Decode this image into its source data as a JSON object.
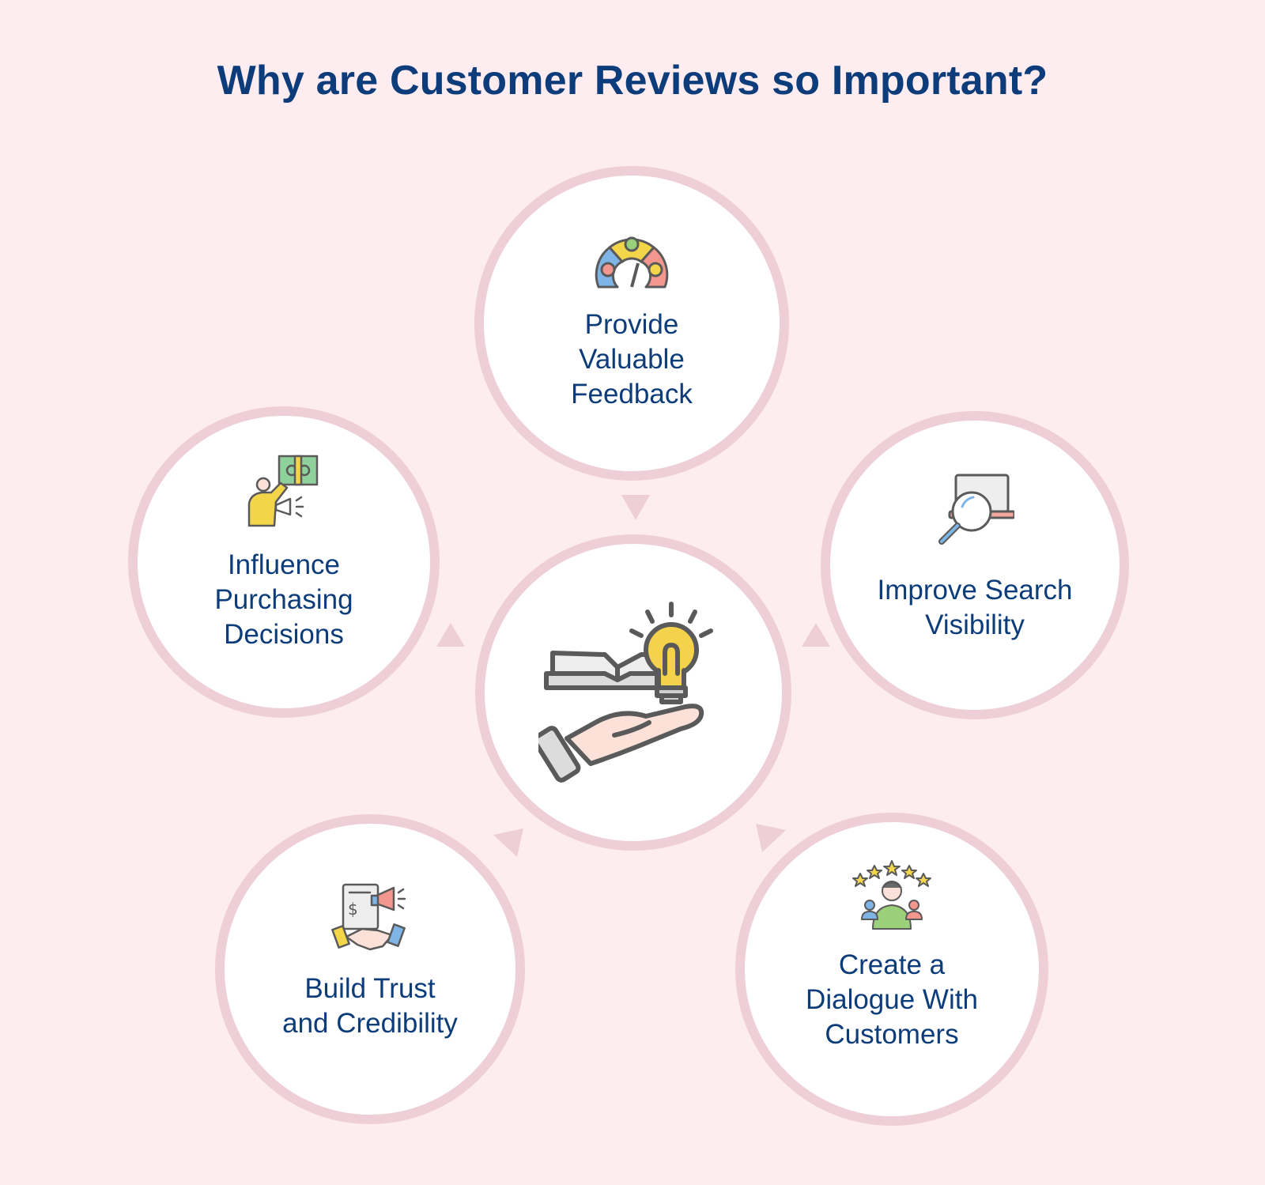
{
  "header": {
    "title": "Why are Customer Reviews so Important?"
  },
  "colors": {
    "background": "#fdecf0",
    "ring": "#efcfd7",
    "text": "#0d3c7a",
    "arrow": "#efcfd7"
  },
  "center": {
    "icon": "book-lightbulb-hand-icon"
  },
  "nodes": [
    {
      "label": "Provide\nValuable\nFeedback",
      "icon": "satisfaction-gauge-icon"
    },
    {
      "label": "Improve Search\nVisibility",
      "icon": "laptop-magnifier-icon"
    },
    {
      "label": "Create a\nDialogue With\nCustomers",
      "icon": "customer-rating-stars-icon"
    },
    {
      "label": "Build Trust\nand Credibility",
      "icon": "handshake-contract-megaphone-icon"
    },
    {
      "label": "Influence\nPurchasing\nDecisions",
      "icon": "person-money-megaphone-icon"
    }
  ]
}
